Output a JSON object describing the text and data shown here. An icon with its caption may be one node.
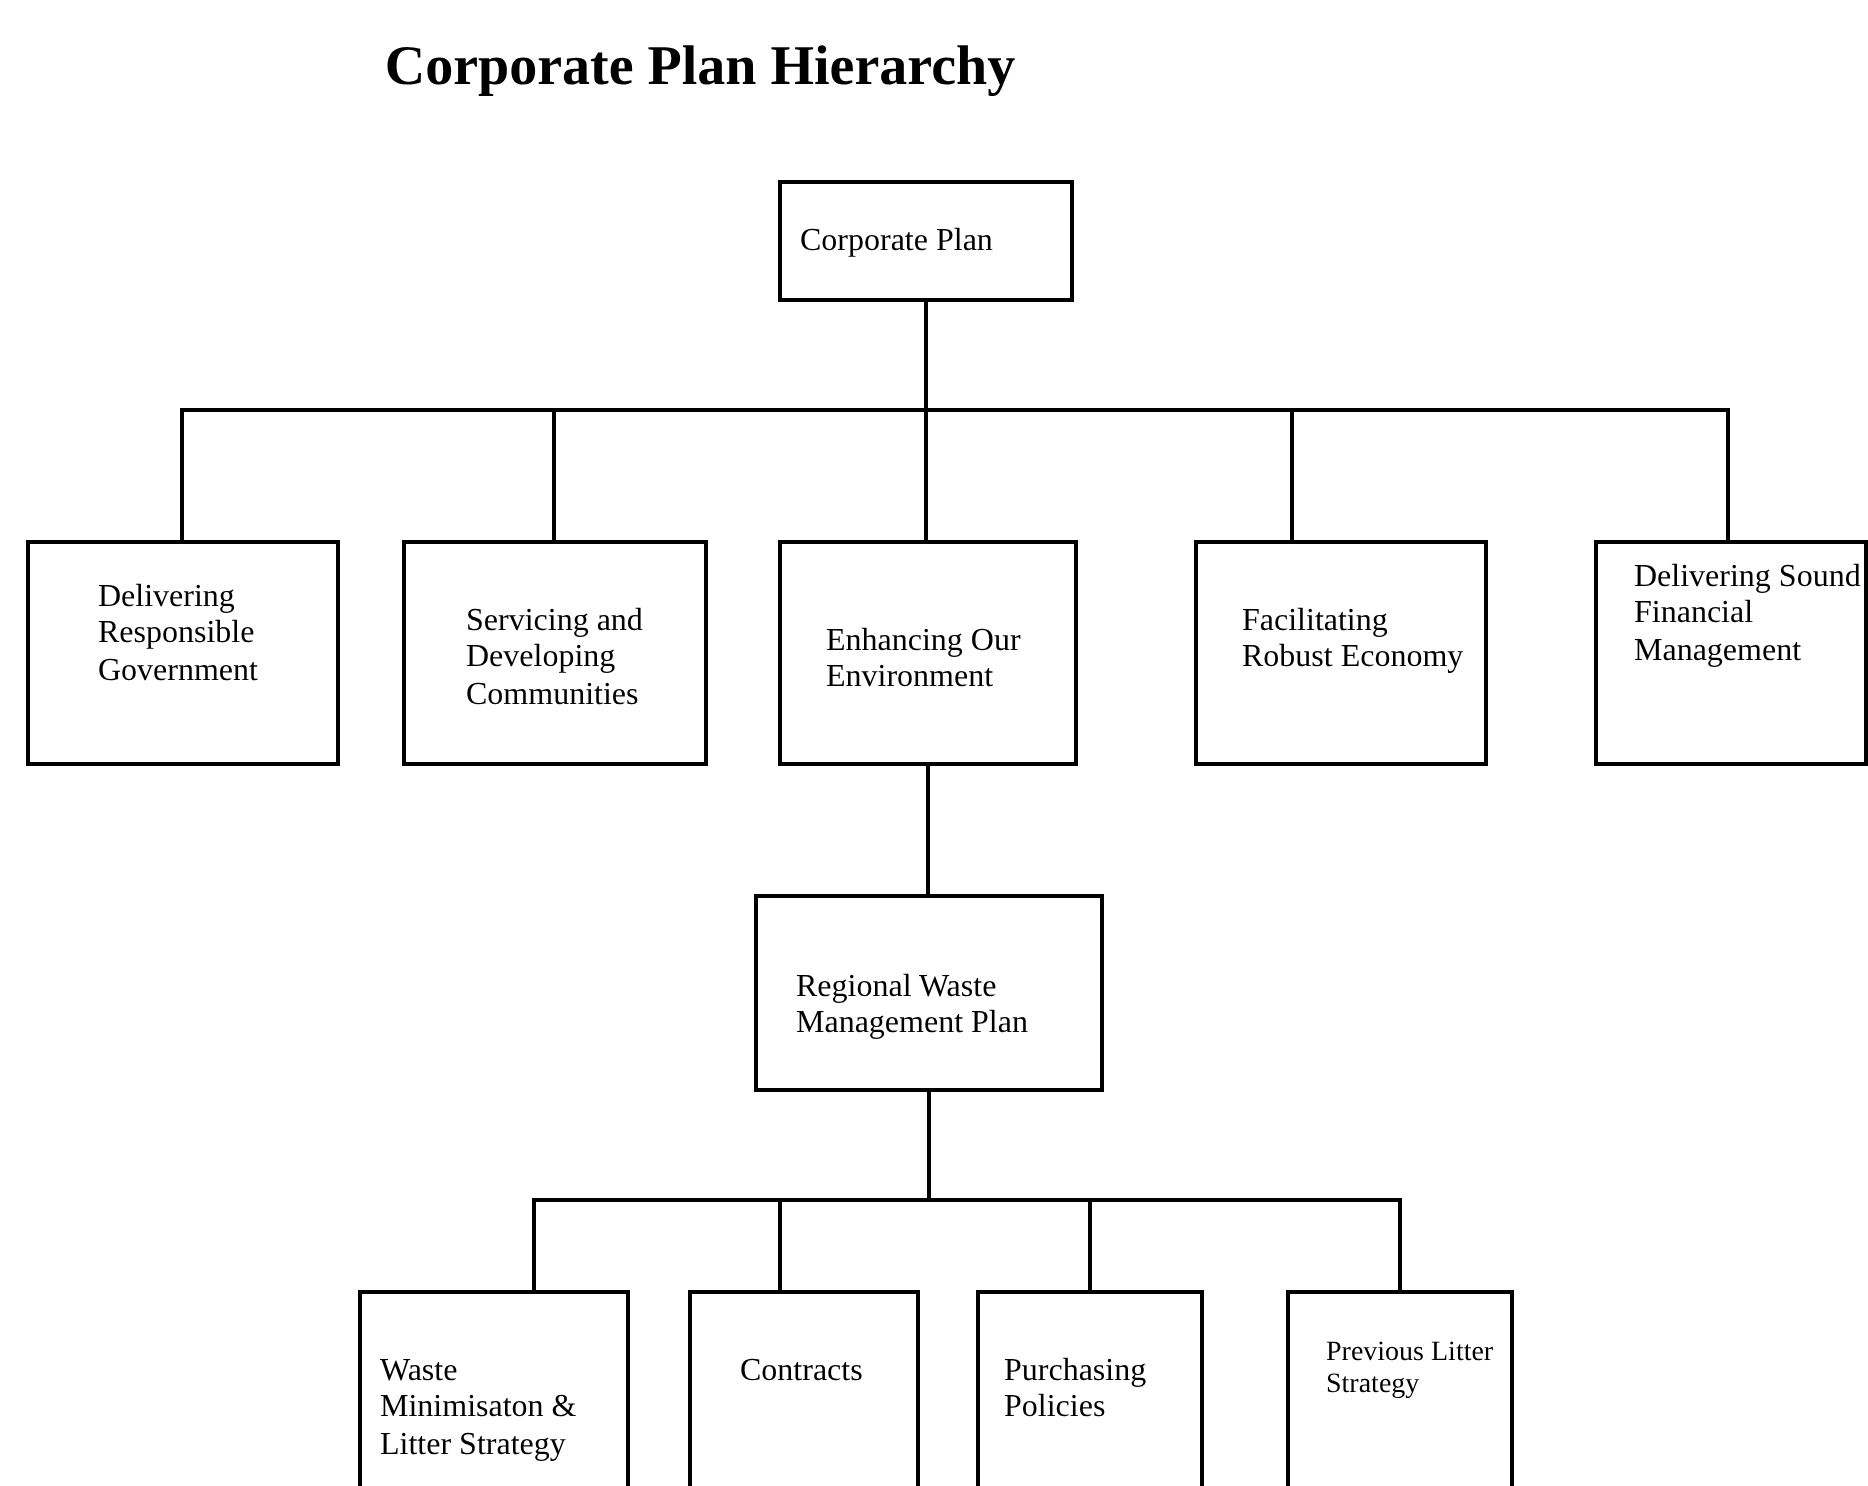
{
  "diagram": {
    "title": "Corporate Plan Hierarchy",
    "nodes": [
      {
        "text": [
          "Corporate Plan"
        ]
      },
      {
        "text": [
          "Delivering Responsible Government"
        ]
      },
      {
        "text": [
          "Servicing and Developing Communities"
        ]
      },
      {
        "text": [
          "Enhancing Our Environment"
        ]
      },
      {
        "text": [
          "Facilitating Robust Economy"
        ]
      },
      {
        "text": [
          "Delivering Sound Financial Management"
        ]
      },
      {
        "text": [
          "Regional Waste Management Plan"
        ]
      },
      {
        "text": [
          "Waste Minimisaton & Litter Strategy"
        ]
      },
      {
        "text": [
          "Contracts"
        ]
      },
      {
        "text": [
          "Purchasing Policies"
        ]
      },
      {
        "text": [
          "Previous Litter Strategy"
        ]
      }
    ],
    "edges": [
      {
        "from": 0,
        "to": 1,
        "arrow": "none"
      },
      {
        "from": 0,
        "to": 2,
        "arrow": "none"
      },
      {
        "from": 0,
        "to": 3,
        "arrow": "none"
      },
      {
        "from": 0,
        "to": 4,
        "arrow": "none"
      },
      {
        "from": 0,
        "to": 5,
        "arrow": "none"
      },
      {
        "from": 3,
        "to": 6,
        "arrow": "none"
      },
      {
        "from": 6,
        "to": 7,
        "arrow": "none"
      },
      {
        "from": 6,
        "to": 8,
        "arrow": "none"
      },
      {
        "from": 6,
        "to": 9,
        "arrow": "none"
      },
      {
        "from": 6,
        "to": 10,
        "arrow": "none"
      }
    ]
  }
}
